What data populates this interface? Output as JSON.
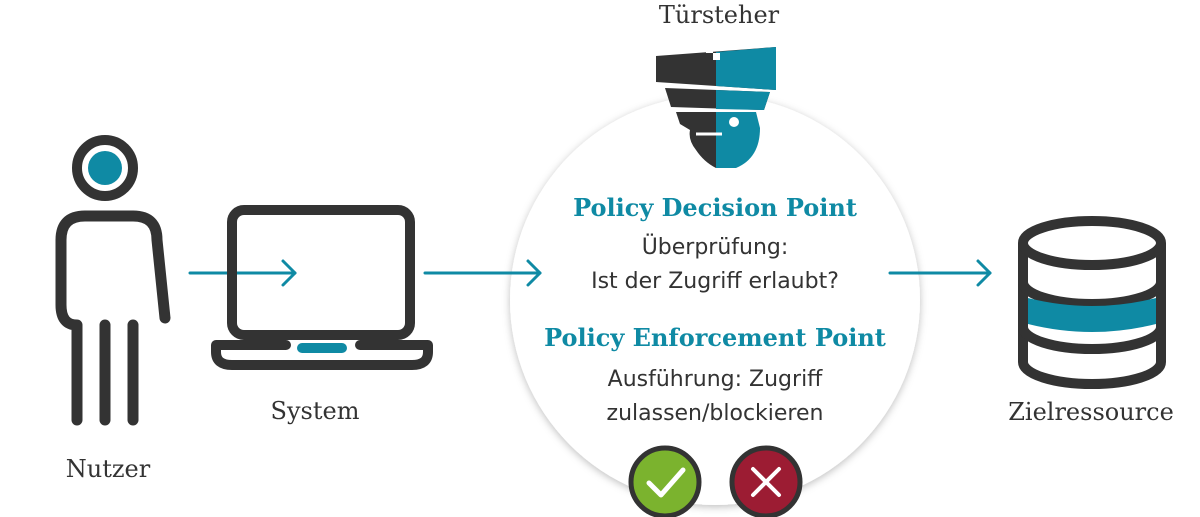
{
  "labels": {
    "user": "Nutzer",
    "system": "System",
    "gatekeeper": "Türsteher",
    "target": "Zielressource"
  },
  "pdp": {
    "title": "Policy Decision Point",
    "line1": "Überprüfung:",
    "line2": "Ist der Zugriff erlaubt?"
  },
  "pep": {
    "title": "Policy Enforcement Point",
    "line1": "Ausführung: Zugriff",
    "line2": "zulassen/blockieren"
  },
  "icons": {
    "user": "person-icon",
    "system": "laptop-icon",
    "gatekeeper": "bouncer-cap-icon",
    "target": "database-icon",
    "allow": "checkmark-icon",
    "block": "cross-icon"
  },
  "colors": {
    "accent": "#0f8aa4",
    "dark": "#333333",
    "allow": "#7bb32e",
    "block": "#9c1c33"
  }
}
